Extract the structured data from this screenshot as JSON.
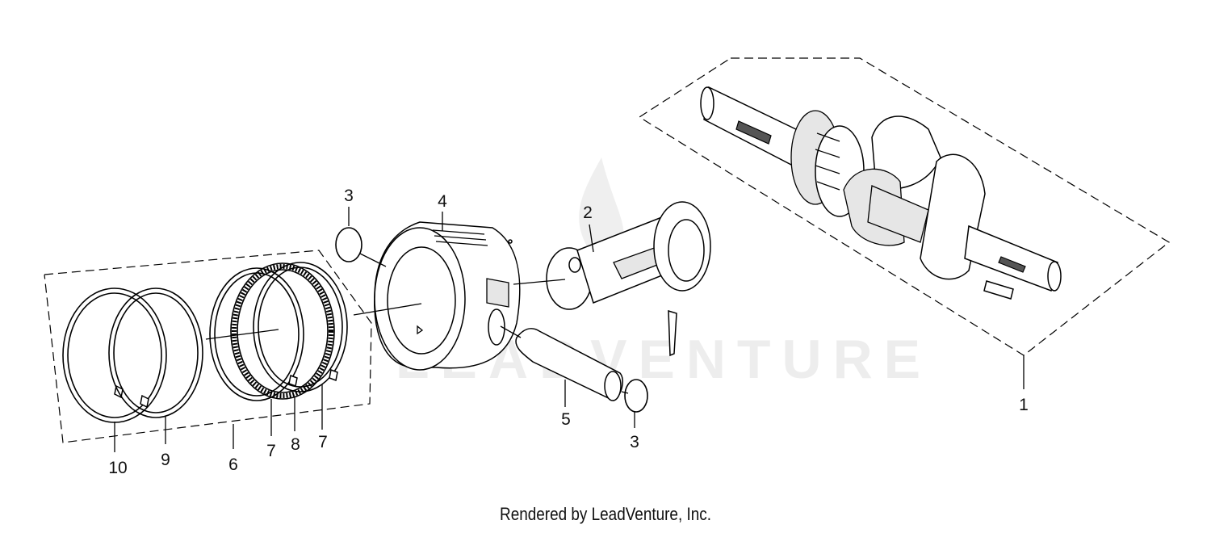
{
  "watermark": "LEADVENTURE",
  "credit": "Rendered by LeadVenture, Inc.",
  "callouts": {
    "c1": "1",
    "c2": "2",
    "c3_top": "3",
    "c3_bottom": "3",
    "c4": "4",
    "c5": "5",
    "c6": "6",
    "c7_left": "7",
    "c7_right": "7",
    "c8": "8",
    "c9": "9",
    "c10": "10"
  }
}
